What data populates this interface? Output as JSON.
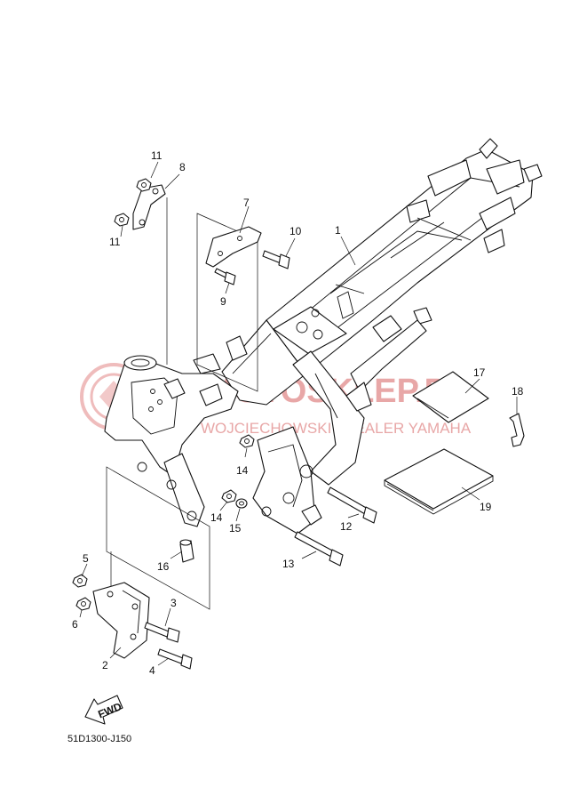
{
  "diagram": {
    "code": "51D1300-J150",
    "fwd_label": "FWD",
    "watermark": {
      "line1": "MOTOSKLEP.PL",
      "line2": "WOJCIECHOWSKI | DEALER YAMAHA"
    },
    "callouts": {
      "p1": "1",
      "p2": "2",
      "p3": "3",
      "p4": "4",
      "p5": "5",
      "p6": "6",
      "p7": "7",
      "p8": "8",
      "p9": "9",
      "p10": "10",
      "p11a": "11",
      "p11b": "11",
      "p12": "12",
      "p13": "13",
      "p14a": "14",
      "p14b": "14",
      "p15": "15",
      "p16": "16",
      "p17": "17",
      "p18": "18",
      "p19": "19"
    }
  },
  "colors": {
    "line": "#111111",
    "watermark": "#e8a7a7",
    "background": "#ffffff"
  }
}
